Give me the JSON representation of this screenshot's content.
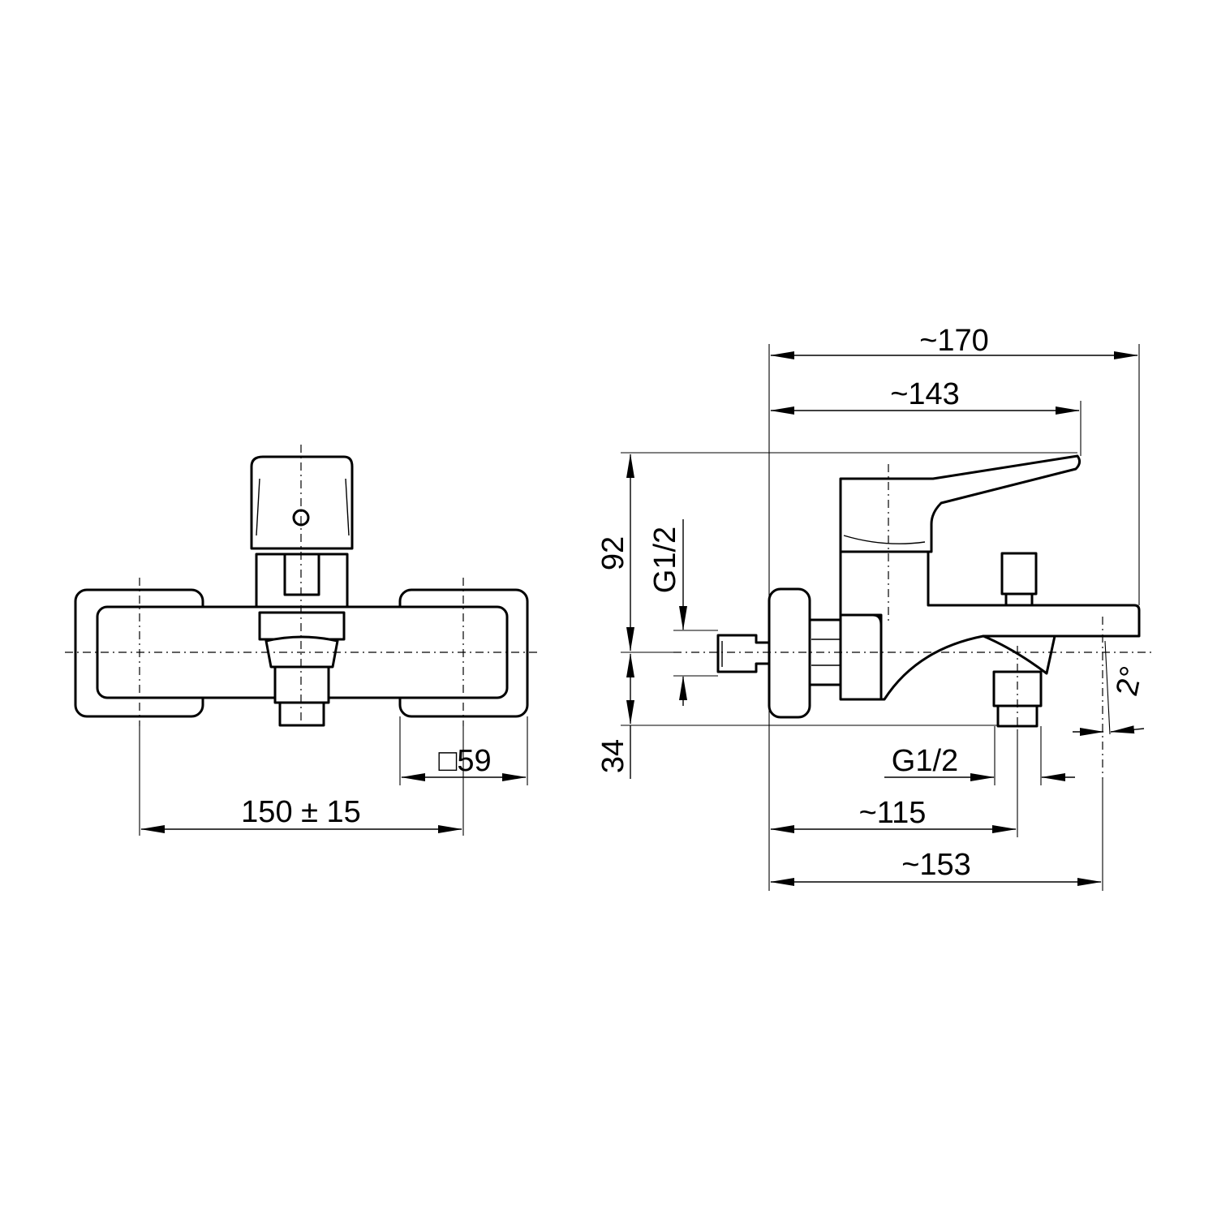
{
  "front_view": {
    "dim_spacing": "150 ± 15",
    "dim_square": "□59"
  },
  "side_view": {
    "dim_total_length": "~170",
    "dim_lever_length": "~143",
    "dim_height_upper": "92",
    "dim_height_lower": "34",
    "dim_inlet_thread": "G1/2",
    "dim_outlet_thread": "G1/2",
    "dim_outlet_distance": "~115",
    "dim_spout_length": "~153",
    "dim_angle": "2°"
  }
}
